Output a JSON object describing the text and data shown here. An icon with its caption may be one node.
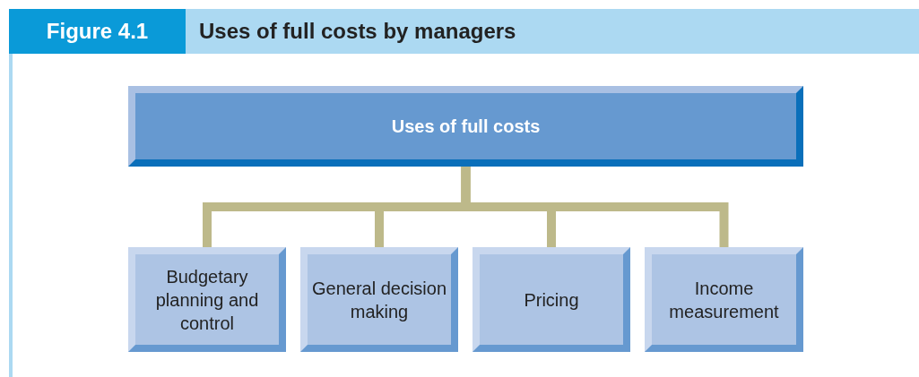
{
  "diagram": {
    "title": "Uses of full costs by managers",
    "nodes": [
      {
        "text": [
          "Uses of full costs"
        ]
      },
      {
        "text": [
          "Budgetary planning and control"
        ]
      },
      {
        "text": [
          "General decision making"
        ]
      },
      {
        "text": [
          "Pricing"
        ]
      },
      {
        "text": [
          "Income measurement"
        ]
      }
    ],
    "edges": [
      {
        "from": 0,
        "to": 1,
        "arrow": "none"
      },
      {
        "from": 0,
        "to": 2,
        "arrow": "none"
      },
      {
        "from": 0,
        "to": 3,
        "arrow": "none"
      },
      {
        "from": 0,
        "to": 4,
        "arrow": "none"
      }
    ],
    "labels": [
      "Figure 4.1"
    ]
  }
}
